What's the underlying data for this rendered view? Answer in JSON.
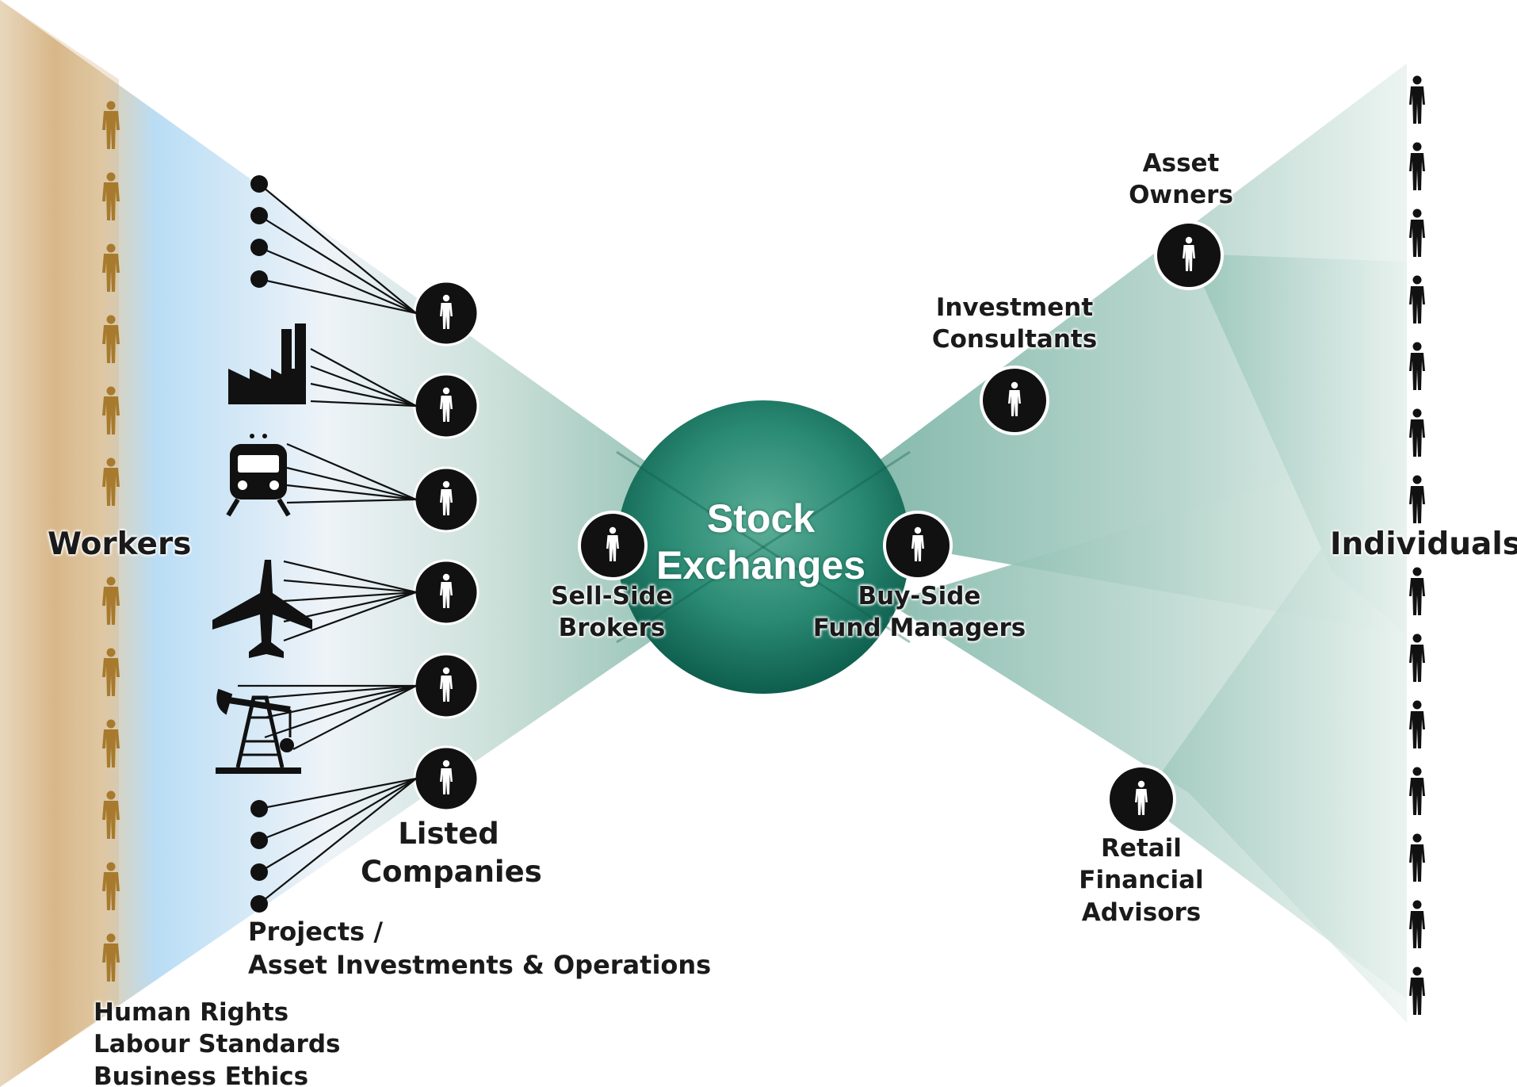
{
  "center": {
    "title_lines": [
      "Stock",
      "Exchanges"
    ]
  },
  "labels": {
    "workers": "Workers",
    "individuals": "Individuals",
    "listed_companies": [
      "Listed",
      "Companies"
    ],
    "projects": [
      "Projects /",
      "Asset Investments & Operations"
    ],
    "issues": [
      "Human Rights",
      "Labour Standards",
      "Business Ethics"
    ],
    "sell_side": [
      "Sell-Side",
      "Brokers"
    ],
    "buy_side": [
      "Buy-Side",
      "Fund Managers"
    ],
    "investment_consultants": [
      "Investment",
      "Consultants"
    ],
    "asset_owners": [
      "Asset",
      "Owners"
    ],
    "retail_advisors": [
      "Retail",
      "Financial",
      "Advisors"
    ]
  },
  "icons": {
    "worker": "person-icon",
    "individual": "person-icon",
    "actor": "person-in-circle-icon",
    "projects": [
      "dot-icon",
      "factory-icon",
      "train-icon",
      "airplane-icon",
      "oil-pump-icon",
      "dot-icon"
    ]
  },
  "colors": {
    "workers_band": "#c9a16c",
    "worker_figure": "#a77a2d",
    "blue_band": "#b9ddf5",
    "teal": "#2f8f79",
    "globe_dark": "#0f6b5a",
    "node_fill": "#111111"
  }
}
